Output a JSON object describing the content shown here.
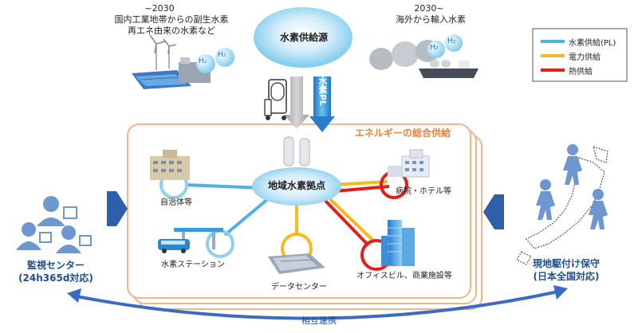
{
  "source": {
    "title": "水素供給源",
    "left_year": "~2030",
    "left_line1": "国内工業地帯からの副生水素",
    "left_line2": "再エネ由来の水素など",
    "right_year": "2030~",
    "right_line1": "海外から輸入水素",
    "h2": "H₂",
    "pipeline": "水素PL"
  },
  "legend": {
    "items": [
      {
        "label": "水素供給(PL)",
        "color": "#4db3e6"
      },
      {
        "label": "電力供給",
        "color": "#f5b921"
      },
      {
        "label": "熱供給",
        "color": "#e0201b"
      }
    ]
  },
  "supply": {
    "title": "エネルギーの総合供給",
    "hub": "地域水素拠点",
    "nodes": {
      "local_gov": "自治体等",
      "hospital": "病院・ホテル等",
      "station": "水素ステーション",
      "datacenter": "データセンター",
      "office": "オフィスビル、商業施設等"
    }
  },
  "monitoring": {
    "line1": "監視センター",
    "line2": "(24h365d対応)"
  },
  "maintenance": {
    "line1": "現地駆付け保守",
    "line2": "(日本全国対応)"
  },
  "cooperation": "相互連携",
  "colors": {
    "hydrogen": "#4db3e6",
    "power": "#f5b921",
    "heat": "#e0201b",
    "frame": "#f2b48a",
    "arrow_blue": "#2f5fa8"
  }
}
